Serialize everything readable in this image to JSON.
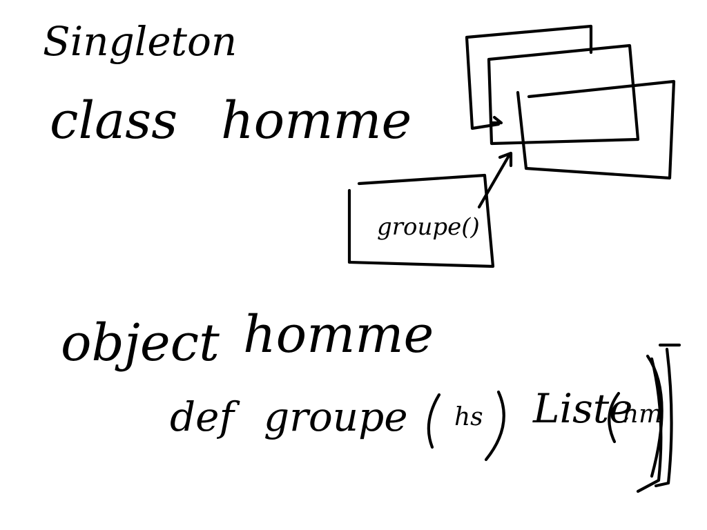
{
  "notes": {
    "title": "Singleton",
    "class_line": {
      "keyword": "class",
      "name": "homme"
    },
    "object_line": {
      "keyword": "object",
      "name": "homme"
    },
    "def_line": {
      "keyword": "def",
      "function": "groupe",
      "arg": "hs",
      "return_type": "Liste",
      "return_arg": "hm"
    }
  },
  "diagram": {
    "group_label": "groupe()"
  },
  "ink_color": "#000000",
  "background_color": "#ffffff"
}
